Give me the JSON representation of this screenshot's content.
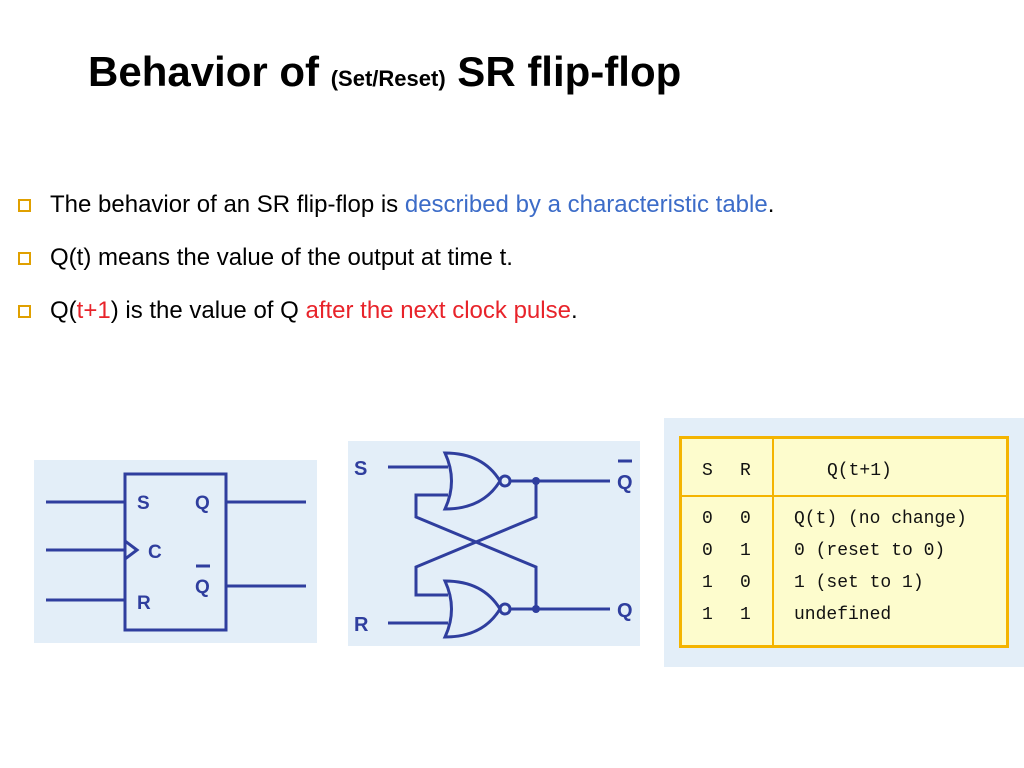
{
  "title": {
    "part1": "Behavior of ",
    "part2": "(Set/Reset)",
    "part3": " SR flip-flop"
  },
  "bullets": [
    {
      "pre": "The behavior of an SR flip-flop is ",
      "hl": "described by a characteristic table",
      "post": "."
    },
    {
      "pre": "Q(t) means the value of the output at time t.",
      "hl": "",
      "post": ""
    },
    {
      "pre": "Q(",
      "hl": "t+1",
      "post": ") is the value of Q ",
      "hl2": "after the next clock pulse",
      "post2": "."
    }
  ],
  "block_symbol": {
    "s": "S",
    "c": "C",
    "r": "R",
    "q": "Q",
    "qbar": "Q"
  },
  "gate_circuit": {
    "s": "S",
    "r": "R",
    "q_top": "Q",
    "q_bottom": "Q"
  },
  "char_table": {
    "header": {
      "s": "S",
      "r": "R",
      "next": "Q(t+1)"
    },
    "rows": [
      {
        "s": "0",
        "r": "0",
        "next": "Q(t) (no change)"
      },
      {
        "s": "0",
        "r": "1",
        "next": "0 (reset to 0)"
      },
      {
        "s": "1",
        "r": "0",
        "next": "1 (set to 1)"
      },
      {
        "s": "1",
        "r": "1",
        "next": "undefined"
      }
    ]
  },
  "colors": {
    "highlight_blue": "#3c6cc8",
    "highlight_red": "#e8232a",
    "circuit": "#2f3e9e",
    "bullet_marker": "#e0a000",
    "table_border": "#f4b400"
  }
}
